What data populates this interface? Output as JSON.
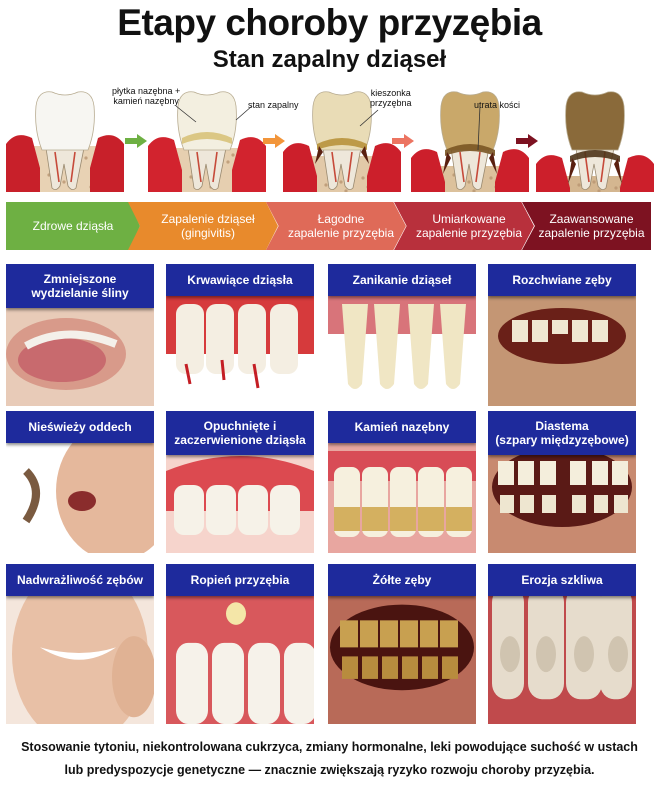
{
  "title": "Etapy choroby przyzębia",
  "subtitle": "Stan zapalny dziąseł",
  "tooth_labels": {
    "plaque": "płytka nazębna +\nkamień nazębny",
    "inflammation": "stan zapalny",
    "pocket": "kieszonka\nprzyzębna",
    "bone_loss": "utrata kości"
  },
  "stages": [
    {
      "label": "Zdrowe dziąsła",
      "color": "#6eb043"
    },
    {
      "label": "Zapalenie dziąseł\n(gingivitis)",
      "color": "#e88a2c"
    },
    {
      "label": "Łagodne\nzapalenie przyzębia",
      "color": "#df6a58"
    },
    {
      "label": "Umiarkowane\nzapalenie przyzębia",
      "color": "#b8303c"
    },
    {
      "label": "Zaawansowane\nzapalenie przyzębia",
      "color": "#7d1221"
    }
  ],
  "arrow_colors": [
    "#6eb043",
    "#f2953a",
    "#ec7461",
    "#7d1221"
  ],
  "symptoms": [
    "Zmniejszone\nwydzielanie śliny",
    "Krwawiące dziąsła",
    "Zanikanie dziąseł",
    "Rozchwiane zęby",
    "Nieświeży oddech",
    "Opuchnięte i\nzaczerwienione dziąsła",
    "Kamień nazębny",
    "Diastema\n(szpary międzyzębowe)",
    "Nadwrażliwość zębów",
    "Ropień przyzębia",
    "Żółte zęby",
    "Erozja szkliwa"
  ],
  "header_color": "#1e2a9c",
  "footer": "Stosowanie tytoniu, niekontrolowana cukrzyca, zmiany hormonalne, leki powodujące suchość w ustach\nlub predyspozycje genetyczne — znacznie zwiększają ryzyko rozwoju choroby przyzębia."
}
